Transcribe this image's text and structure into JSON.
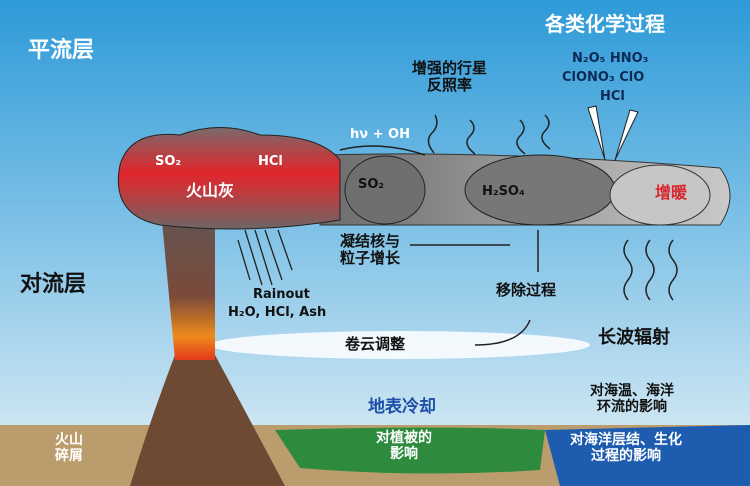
{
  "layers": {
    "stratosphere": "平流层",
    "troposphere": "对流层"
  },
  "labels": {
    "chemistry_title": "各类化学过程",
    "chem_row1": "N₂O₅   HNO₃",
    "chem_row2": "ClONO₃   ClO",
    "chem_row3": "HCl",
    "albedo": "增强的行星\n反照率",
    "hv_oh": "hν + OH",
    "so2_ash": "SO₂",
    "hcl_ash": "HCl",
    "ash": "火山灰",
    "so2_plume": "SO₂",
    "h2so4": "H₂SO₄",
    "warming": "增暖",
    "nucleation": "凝结核与\n粒子增长",
    "removal": "移除过程",
    "rainout": "Rainout",
    "rainout_species": "H₂O, HCl, Ash",
    "cirrus": "卷云调整",
    "longwave": "长波辐射",
    "surface_cooling": "地表冷却",
    "volcanic_debris": "火山\n碎屑",
    "vegetation": "对植被的\n影响",
    "ocean_temp": "对海温、海洋\n环流的影响",
    "ocean_strat": "对海洋层结、生化\n过程的影响"
  },
  "colors": {
    "sky_top": "#2f9bd8",
    "sky_bottom": "#d6ebf5",
    "ash_red": "#d8282e",
    "plume_gray": "#8a8a8a",
    "ground": "#b89a6a",
    "vegetation": "#2e8b3e",
    "ocean": "#1f5fb0",
    "title_blue": "#1d4fa8"
  }
}
